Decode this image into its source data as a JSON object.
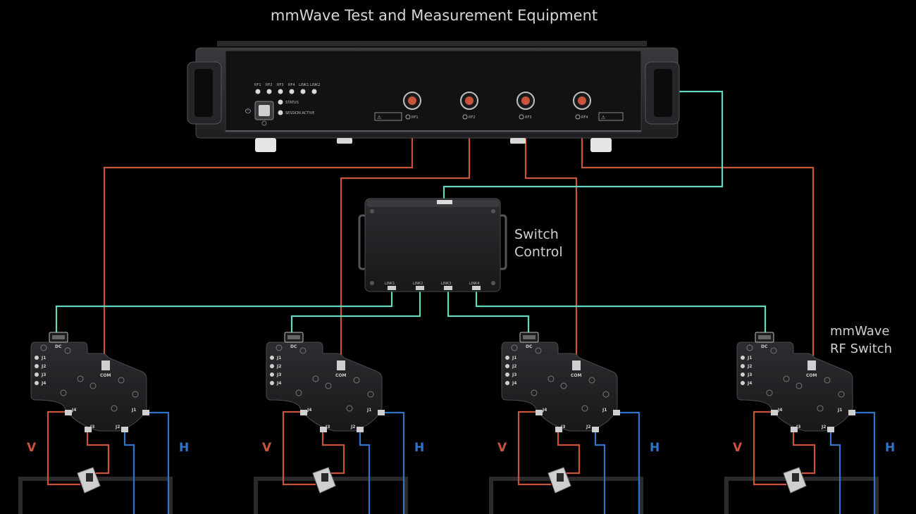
{
  "title": "mmWave Test and Measurement Equipment",
  "switch_control": {
    "line1": "Switch",
    "line2": "Control"
  },
  "rf_switch": {
    "line1": "mmWave",
    "line2": "RF Switch"
  },
  "instrument": {
    "indicators": [
      "RF1",
      "RF2",
      "RF3",
      "RF4",
      "LINK1",
      "LINK2"
    ],
    "status_label": "STATUS",
    "session_label": "SESSION ACTIVE",
    "ports": [
      "RF1",
      "RF2",
      "RF3",
      "RF4"
    ]
  },
  "switch_box": {
    "ports": [
      "LINK1",
      "LINK2",
      "LINK3",
      "LINK4"
    ]
  },
  "rf_unit": {
    "dc_label": "DC",
    "com_label": "COM",
    "side_labels": [
      "J1",
      "J2",
      "J3",
      "J4"
    ],
    "bottom_ports": [
      "J4",
      "J3",
      "J2",
      "J1"
    ]
  },
  "polarization": {
    "v": "V",
    "h": "H"
  },
  "colors": {
    "rf_cable": "#c8553b",
    "control_cable": "#64d8be",
    "h_cable": "#2f74c9",
    "background": "#000000"
  }
}
